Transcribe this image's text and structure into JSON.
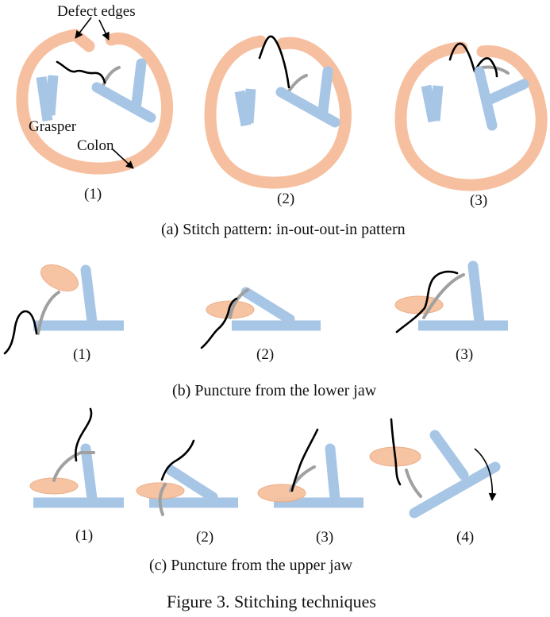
{
  "panel_a": {
    "callouts": {
      "defect_edges": "Defect edges",
      "grasper": "Grasper",
      "colon": "Colon"
    },
    "step_labels": [
      "(1)",
      "(2)",
      "(3)"
    ],
    "caption": "(a) Stitch pattern: in-out-out-in pattern"
  },
  "panel_b": {
    "step_labels": [
      "(1)",
      "(2)",
      "(3)"
    ],
    "caption": "(b) Puncture from the lower jaw"
  },
  "panel_c": {
    "step_labels": [
      "(1)",
      "(2)",
      "(3)",
      "(4)"
    ],
    "caption": "(c) Puncture from the upper jaw"
  },
  "figure_caption": "Figure 3. Stitching techniques",
  "colors": {
    "colon": "#f6c0a0",
    "grasper": "#a7c6e6",
    "needle": "#a0a0a0",
    "thread": "#000000",
    "tissue": "#f6c09c"
  }
}
